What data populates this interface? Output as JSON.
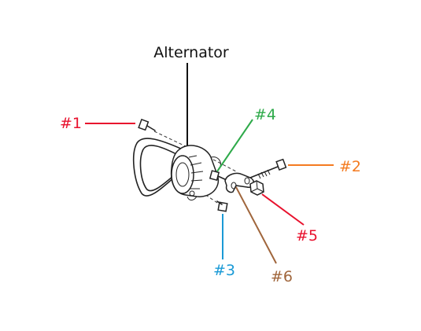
{
  "title": "Alternator",
  "callouts": [
    {
      "id": "1",
      "label": "#1",
      "color": "#e8112d"
    },
    {
      "id": "2",
      "label": "#2",
      "color": "#f47b20"
    },
    {
      "id": "3",
      "label": "#3",
      "color": "#1a9ad6"
    },
    {
      "id": "4",
      "label": "#4",
      "color": "#2eaa4a"
    },
    {
      "id": "5",
      "label": "#5",
      "color": "#e8112d"
    },
    {
      "id": "6",
      "label": "#6",
      "color": "#a0663c"
    }
  ],
  "line_color": "#111111"
}
